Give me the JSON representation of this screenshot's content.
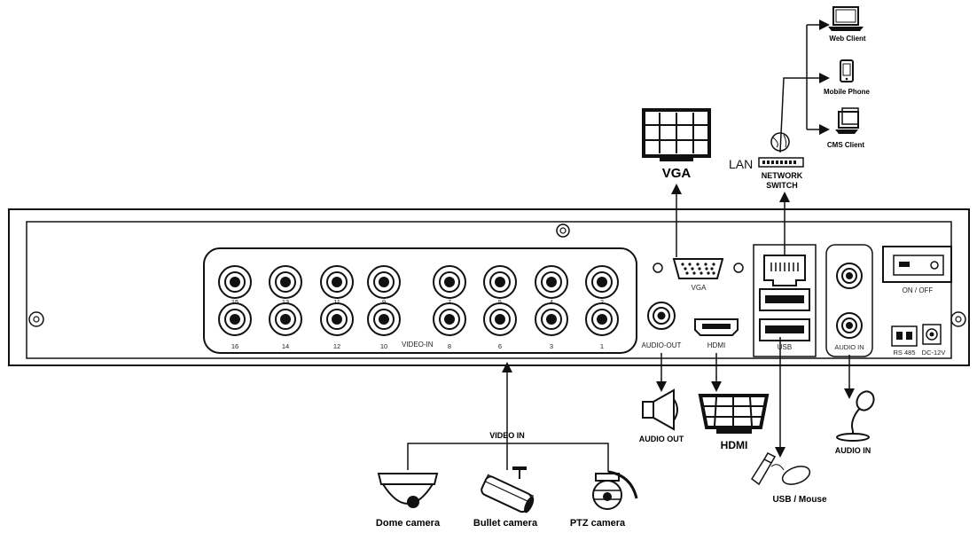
{
  "devices": {
    "web_client": "Web Client",
    "mobile_phone": "Mobile Phone",
    "cms_client": "CMS Client",
    "vga_monitor": "VGA",
    "lan": "LAN",
    "network_switch_line1": "NETWORK",
    "network_switch_line2": "SWITCH",
    "audio_out": "AUDIO OUT",
    "hdmi_monitor": "HDMI",
    "usb_mouse": "USB / Mouse",
    "audio_in": "AUDIO IN",
    "video_in": "VIDEO IN",
    "dome_camera": "Dome camera",
    "bullet_camera": "Bullet camera",
    "ptz_camera": "PTZ camera"
  },
  "panel": {
    "video_in_label": "VIDEO-IN",
    "top_row_channels": [
      "15",
      "13",
      "11",
      "9",
      "7",
      "5",
      "4",
      "2"
    ],
    "bottom_row_channels": [
      "16",
      "14",
      "12",
      "10",
      "8",
      "6",
      "3",
      "1"
    ],
    "audio_out_port": "AUDIO-OUT",
    "vga_port": "VGA",
    "hdmi_port": "HDMI",
    "usb_port": "USB",
    "audio_in_port": "AUDIO IN",
    "power_switch": "ON / OFF",
    "rs485": "RS 485",
    "dc": "DC-12V"
  }
}
